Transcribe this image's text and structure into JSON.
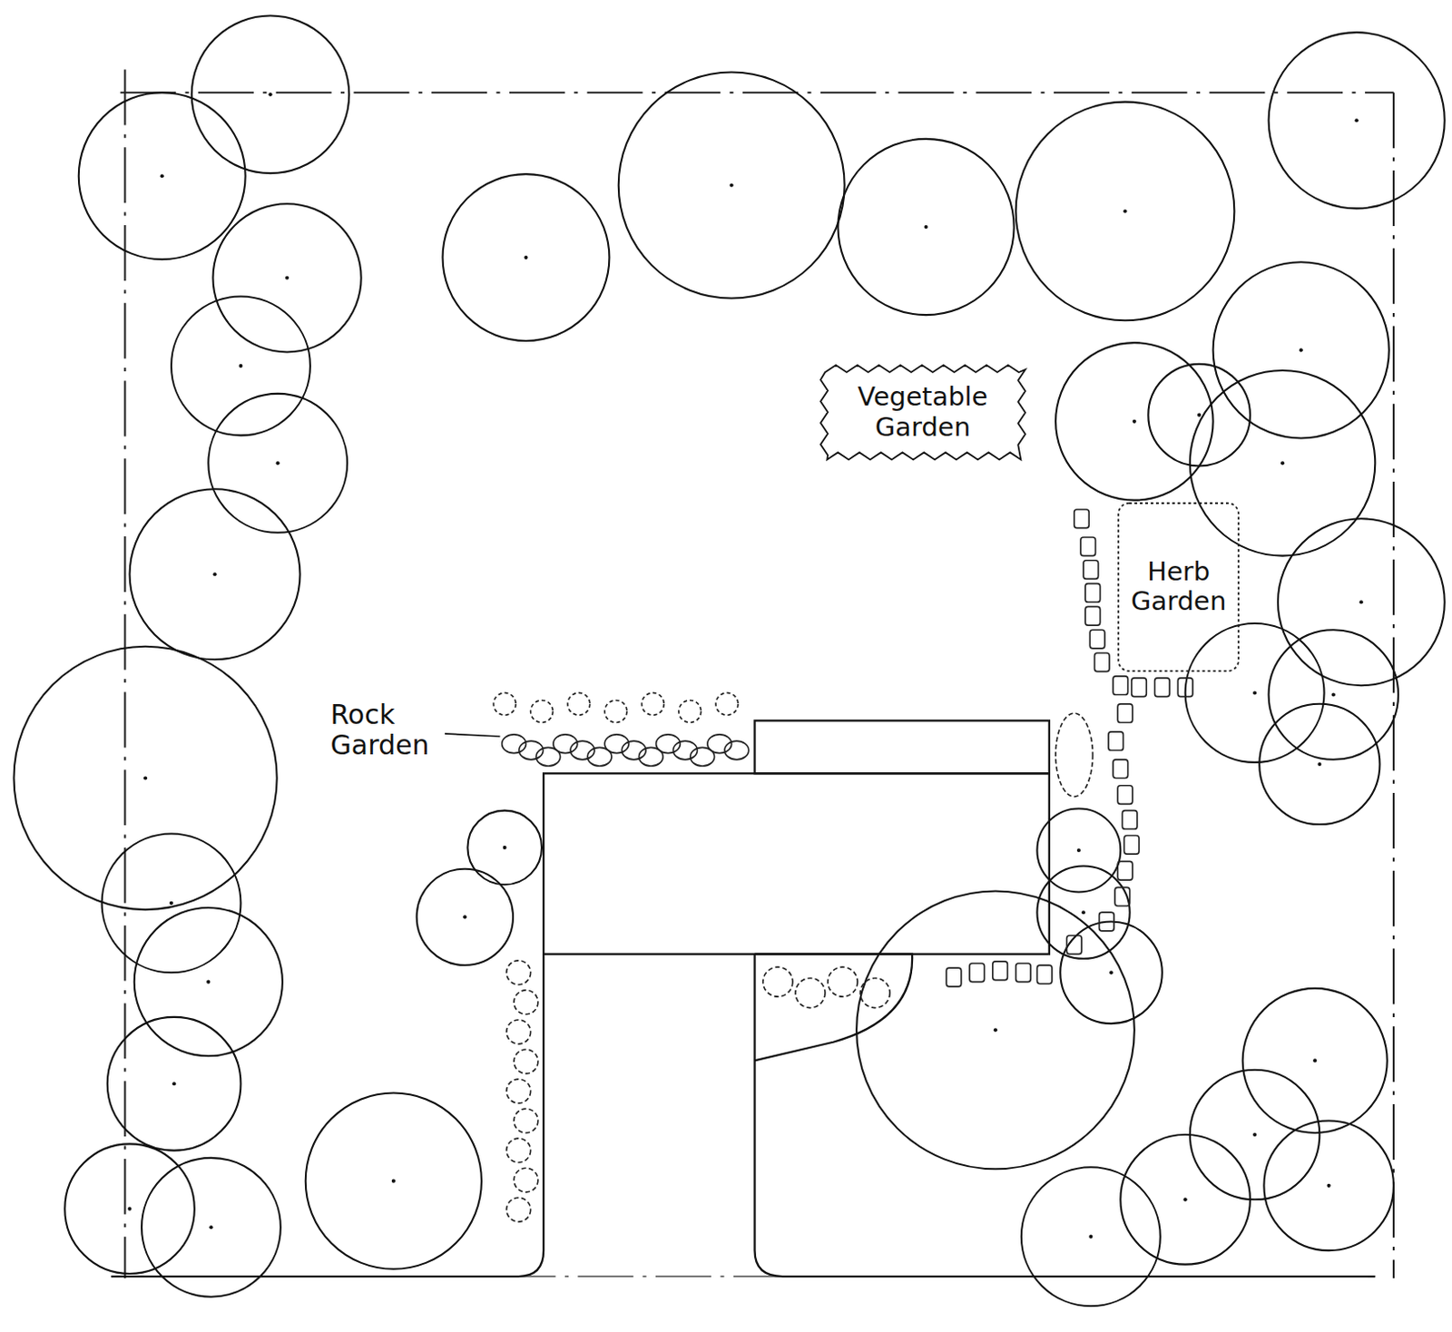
{
  "diagram": {
    "nodes": [
      {
        "text": [
          "Vegetable Garden"
        ]
      },
      {
        "text": [
          "Herb Garden"
        ]
      }
    ],
    "labels": [
      "Rock Garden"
    ]
  }
}
